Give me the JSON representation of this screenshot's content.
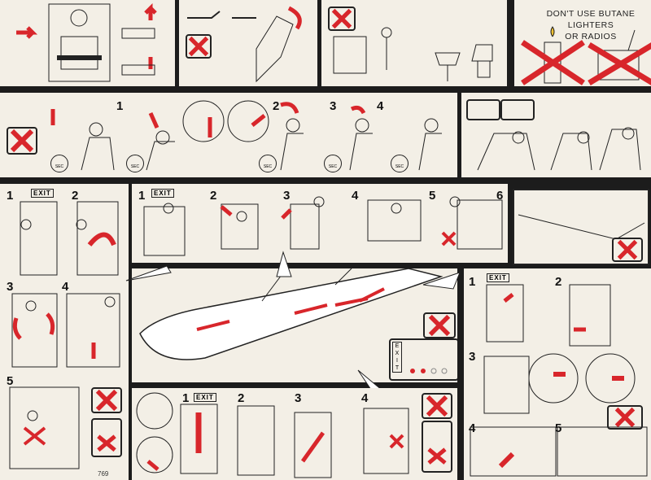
{
  "warning": {
    "line1": "DON'T USE BUTANE LIGHTERS",
    "line2": "OR RADIOS"
  },
  "labels": {
    "exit": "EXIT",
    "sec": "SEC",
    "exit_vertical": [
      "E",
      "X",
      "I",
      "T"
    ]
  },
  "steps": {
    "s1": "1",
    "s2": "2",
    "s3": "3",
    "s4": "4",
    "s5": "5",
    "s6": "6"
  },
  "card_code": "769",
  "colors": {
    "accent_red": "#d8262b",
    "frame": "#1c1c1c",
    "paper": "#f3efe6"
  },
  "icons": [
    "seatbelt",
    "no-smoking-x",
    "brace-position",
    "oxygen-mask",
    "stopwatch",
    "exit-door",
    "slide",
    "airplane",
    "floor-lighting",
    "lighter",
    "radio"
  ]
}
